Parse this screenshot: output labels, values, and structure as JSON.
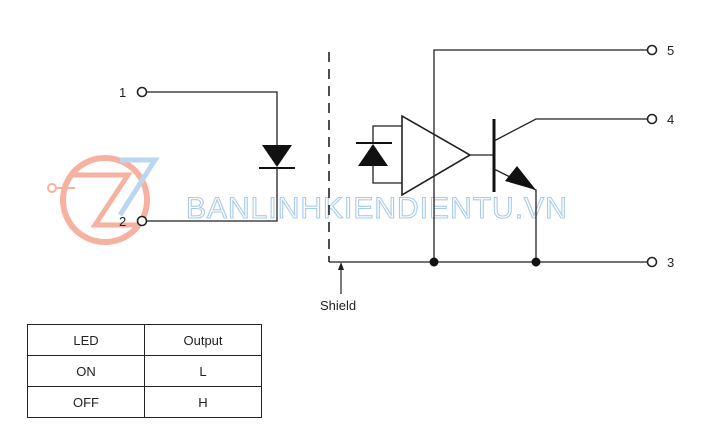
{
  "pins": {
    "p1": "1",
    "p2": "2",
    "p3": "3",
    "p4": "4",
    "p5": "5"
  },
  "shield_label": "Shield",
  "watermark": {
    "text": "BANLINHKIENDIENTU.VN",
    "logo_color": "#f4a08a",
    "text_color": "#9bc3e6"
  },
  "truth_table": {
    "headers": [
      "LED",
      "Output"
    ],
    "rows": [
      [
        "ON",
        "L"
      ],
      [
        "OFF",
        "H"
      ]
    ]
  },
  "colors": {
    "line": "#222222",
    "background": "#ffffff"
  }
}
